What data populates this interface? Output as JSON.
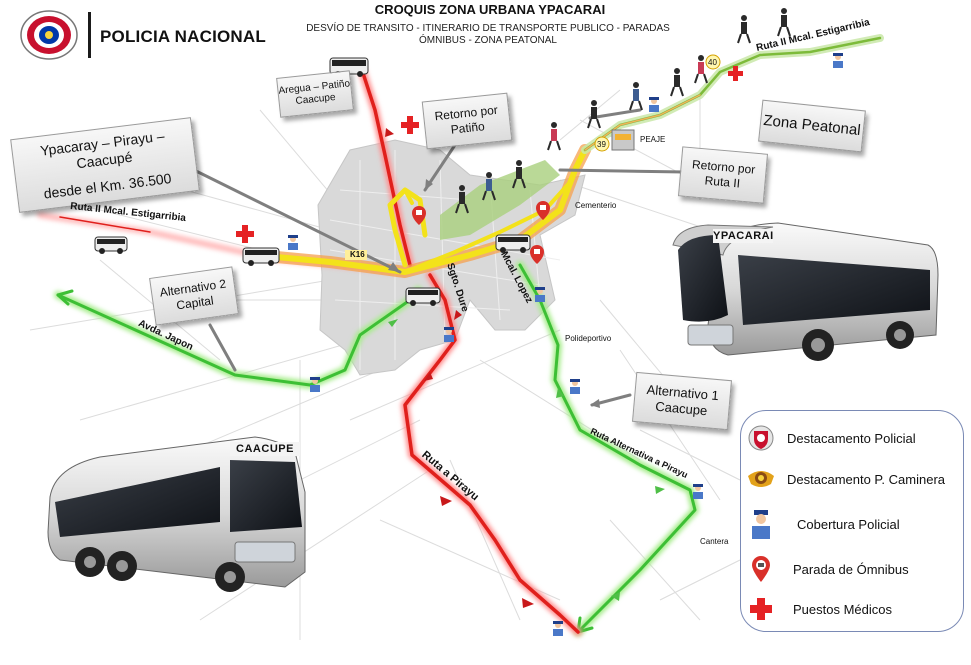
{
  "header": {
    "org_name": "POLICIA NACIONAL",
    "title": "CROQUIS  ZONA URBANA YPACARAI",
    "subtitle_line1": "DESVÍO  DE TRANSITO - ITINERARIO DE TRANSPORTE PUBLICO - PARADAS",
    "subtitle_line2": "ÓMNIBUS  - ZONA PEATONAL"
  },
  "callouts": {
    "aregua": [
      "Aregua – Patiño",
      "Caacupe"
    ],
    "retorno_patino": [
      "Retorno por",
      "Patiño"
    ],
    "ypacaray": [
      "Ypacaray – Pirayu – Caacupé",
      "desde el Km. 36.500"
    ],
    "zona_peatonal": "Zona Peatonal",
    "retorno_ruta2": [
      "Retorno por",
      "Ruta II"
    ],
    "alternativo2": [
      "Alternativo 2",
      "Capital"
    ],
    "alternativo1": [
      "Alternativo  1",
      "Caacupe"
    ]
  },
  "map_labels": {
    "ruta2_left": "Ruta II Mcal. Estigarribia",
    "ruta2_right": "Ruta II Mcal. Estigarribia",
    "avda_japon": "Avda. Japon",
    "sgto_dure": "Sgto. Dure",
    "mcal_lopez": "Mcal. Lopez",
    "ruta_pirayu": "Ruta a Pirayu",
    "ruta_alt_pirayu": "Ruta Alternativa a Pirayu",
    "cementerio": "Cementerio",
    "polideportivo": "Polideportivo",
    "cantera": "Cantera",
    "peaje": "PEAJE",
    "k16": "K16",
    "km39": "39",
    "km40": "40"
  },
  "buses": {
    "big_right": "YPACARAI",
    "big_left": "CAACUPE"
  },
  "legend": {
    "items": [
      {
        "label": "Destacamento Policial",
        "icon": "police-badge-icon"
      },
      {
        "label": "Destacamento P. Caminera",
        "icon": "caminera-badge-icon"
      },
      {
        "label": "Cobertura Policial",
        "icon": "police-officer-icon"
      },
      {
        "label": "Parada  de Ómnibus",
        "icon": "bus-stop-pin-icon"
      },
      {
        "label": "Puestos Médicos",
        "icon": "medical-cross-icon"
      }
    ]
  },
  "colors": {
    "detour_red": "#e0201c",
    "alternative_green": "#41c23a",
    "return_yellow": "#f3e21a",
    "pedestrian_green": "#7dbb3a",
    "urban_gray": "#d6d6d6"
  }
}
